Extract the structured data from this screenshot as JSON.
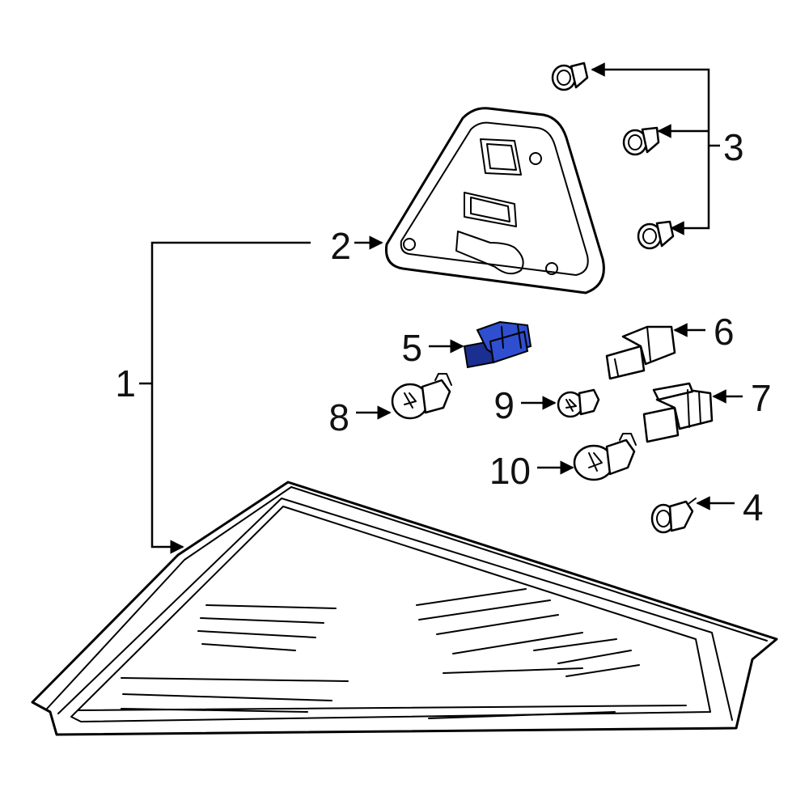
{
  "callouts": {
    "c1": "1",
    "c2": "2",
    "c3": "3",
    "c4": "4",
    "c5": "5",
    "c6": "6",
    "c7": "7",
    "c8": "8",
    "c9": "9",
    "c10": "10"
  },
  "colors": {
    "highlight": "#2f4fd0",
    "highlight_dark": "#1a2f8f",
    "line": "#000000",
    "background": "#ffffff"
  }
}
